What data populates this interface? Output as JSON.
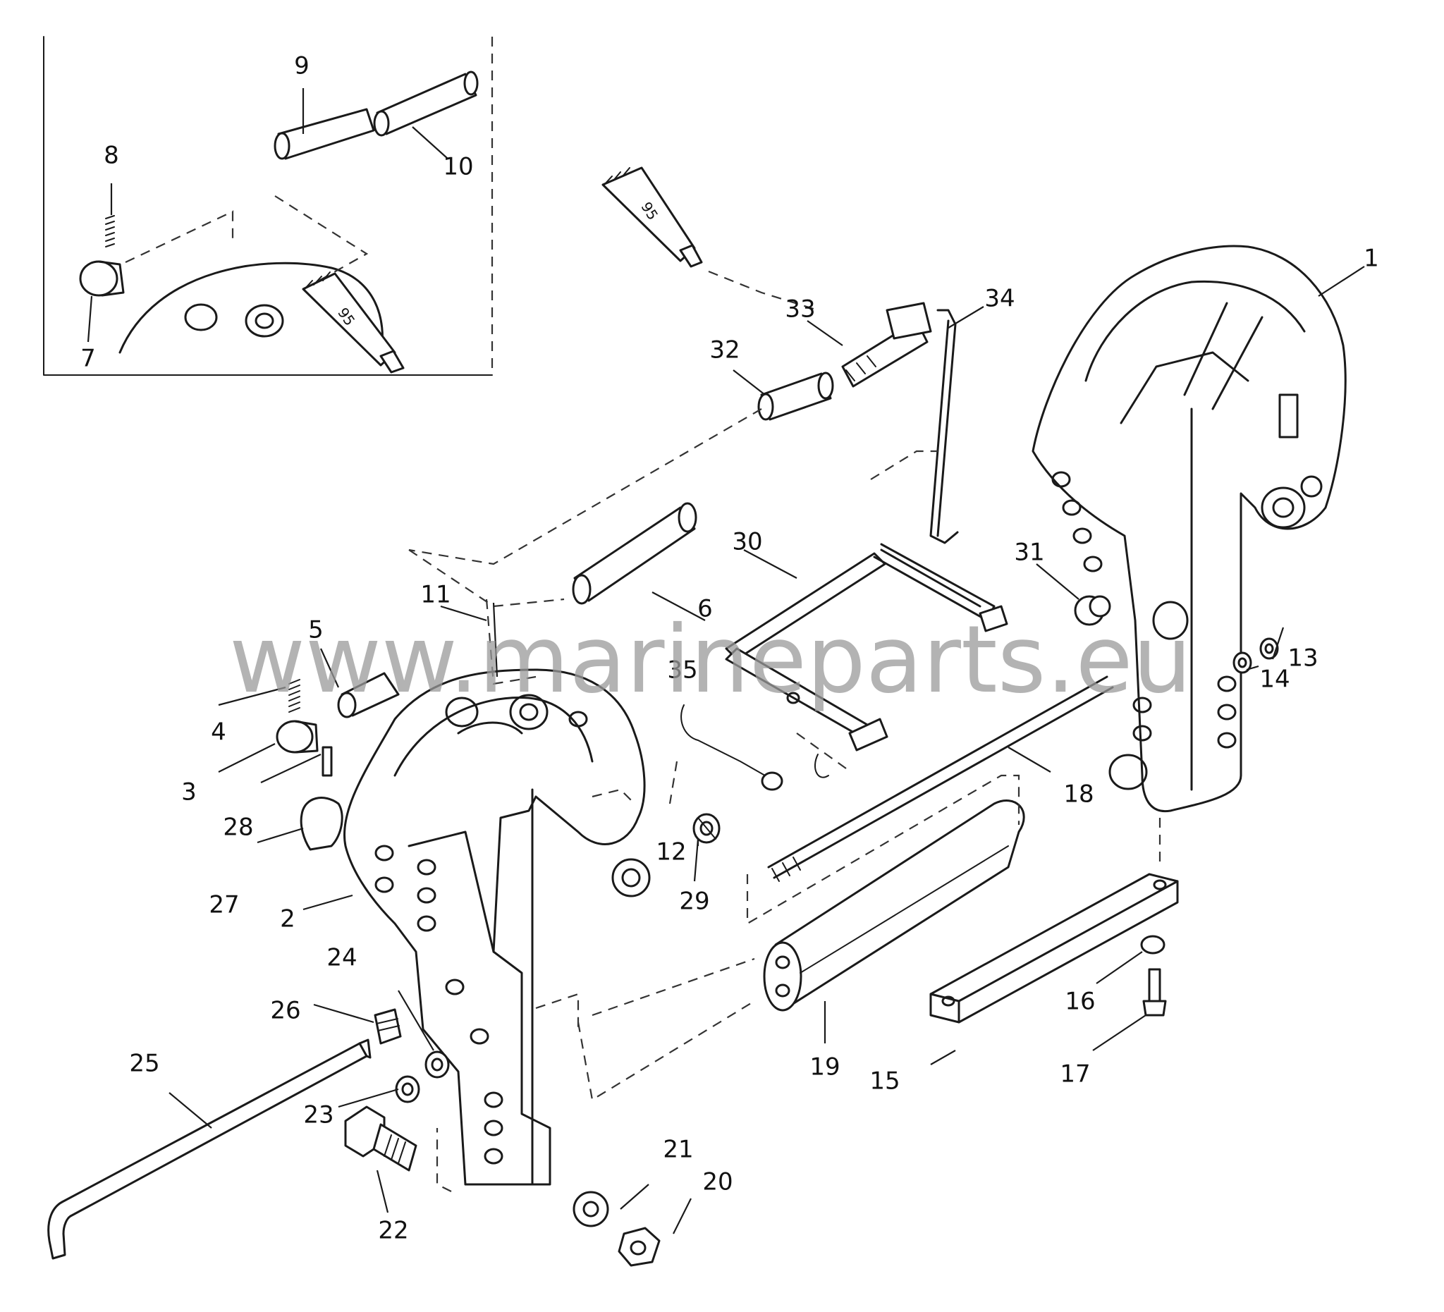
{
  "watermark": "www.marineparts.eu",
  "tube_label": "95",
  "labels": {
    "p1": "1",
    "p2": "2",
    "p3": "3",
    "p4": "4",
    "p5": "5",
    "p6": "6",
    "p7": "7",
    "p8": "8",
    "p9": "9",
    "p10": "10",
    "p11": "11",
    "p12": "12",
    "p13": "13",
    "p14": "14",
    "p15": "15",
    "p16": "16",
    "p17": "17",
    "p18": "18",
    "p19": "19",
    "p20": "20",
    "p21": "21",
    "p22": "22",
    "p23": "23",
    "p24": "24",
    "p25": "25",
    "p26": "26",
    "p27": "27",
    "p28": "28",
    "p29": "29",
    "p30": "30",
    "p31": "31",
    "p32": "32",
    "p33": "33",
    "p34": "34",
    "p35": "35"
  }
}
